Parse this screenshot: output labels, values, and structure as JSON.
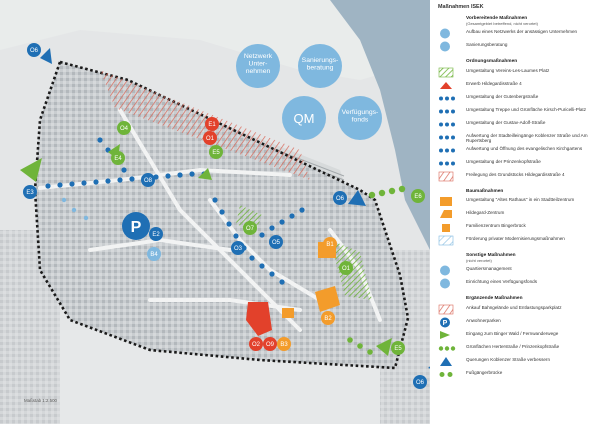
{
  "legend": {
    "title": "Maßnahmen ISEK",
    "sections": [
      {
        "key": "V",
        "head": "Vorbereitende Maßnahmen",
        "sub": "(Gesamtgebiet betreffend, nicht verortet)",
        "items": [
          {
            "sym": "circle-light",
            "label": "Aufbau eines Netzwerks der ansässigen Unternehmen"
          },
          {
            "sym": "circle-light",
            "label": "Sanierungsberatung"
          }
        ]
      },
      {
        "key": "O",
        "head": "Ordnungsmaßnahmen",
        "items": [
          {
            "sym": "green-hatch",
            "label": "Umgestaltung Vereins-Les-Laumes Platz"
          },
          {
            "sym": "red-arrow",
            "label": "Erwerb Hildegardisstraße 4"
          },
          {
            "sym": "blue-dots",
            "label": "Umgestaltung der Gutenbergstraße"
          },
          {
            "sym": "blue-dots",
            "label": "Umgestaltung Treppe und Grünfläche Kirsch-Puricelli-Platz"
          },
          {
            "sym": "blue-dots",
            "label": "Umgestaltung der Gustav-Adolf-Straße"
          },
          {
            "sym": "blue-dots",
            "label": "Aufwertung der Stadteilleingänge Koblenzer Straße und Am Rupertsberg"
          },
          {
            "sym": "blue-dots",
            "label": "Aufwertung und Öffnung des evangelischen Kirchgartens"
          },
          {
            "sym": "blue-dots",
            "label": "Umgestaltung der Prinzenkopfstraße"
          },
          {
            "sym": "red-hatch",
            "label": "Freilegung des Grundstücks Hildegardisstraße 4"
          }
        ]
      },
      {
        "key": "B",
        "head": "Baumaßnahmen",
        "items": [
          {
            "sym": "orange-shape",
            "label": "Umgestaltung \"Altes Rathaus\" in ein Stadtteilzentrum"
          },
          {
            "sym": "orange-shape2",
            "label": "Hildegard-Zentrum"
          },
          {
            "sym": "orange-shape3",
            "label": "Familienzentrum Bingerbrück"
          },
          {
            "sym": "blue-hatch",
            "label": "Förderung privater Modernisierungsmaßnahmen"
          }
        ]
      },
      {
        "key": "S",
        "head": "Sonstige Maßnahmen",
        "sub": "(nicht verortet)",
        "items": [
          {
            "sym": "circle-light",
            "label": "Quartiersmanagement"
          },
          {
            "sym": "circle-light",
            "label": "Einrichtung eines Verfügungsfonds"
          }
        ]
      },
      {
        "key": "E",
        "head": "Ergänzende Maßnahmen",
        "items": [
          {
            "sym": "red-hatch2",
            "label": "Ankauf Bahngelände und Entlastungsparkplatz"
          },
          {
            "sym": "p-circle",
            "label": "Anwohnerparken"
          },
          {
            "sym": "green-arrow",
            "label": "Eingang zum Binger Wald / Fernwanderwege"
          },
          {
            "sym": "green-dots",
            "label": "Grünflächen Herterstraße / Prinzenkopfstraße"
          },
          {
            "sym": "blue-triangle",
            "label": "Querungen Koblenzer Straße verbessern"
          },
          {
            "sym": "green-dots2",
            "label": "Fußgängerbrücke"
          }
        ]
      }
    ]
  },
  "map": {
    "big_circles": [
      {
        "id": "V1",
        "text": "Netzwerk Unter- nehmen",
        "code": "V1"
      },
      {
        "id": "V2",
        "text": "Sanierungs- beratung",
        "code": "V2"
      },
      {
        "id": "S1",
        "text": "QM",
        "code": "S1"
      },
      {
        "id": "S2",
        "text": "Verfügungs- fonds",
        "code": "S2"
      }
    ],
    "labels": [
      "O1",
      "O2",
      "O3",
      "O4",
      "O5",
      "O6",
      "O6",
      "O6",
      "O7",
      "O8",
      "O9",
      "E1",
      "E2",
      "E3",
      "E4",
      "E5",
      "E5",
      "E6",
      "B1",
      "B2",
      "B3",
      "B4"
    ],
    "p_label": "P",
    "scale": "Maßstab 1:2.500"
  },
  "colors": {
    "blue": "#1f6fb4",
    "light_blue": "#7fb8df",
    "green": "#6fb43a",
    "red": "#e2412b",
    "orange": "#f39c2b",
    "gray": "#bfc3c6"
  }
}
